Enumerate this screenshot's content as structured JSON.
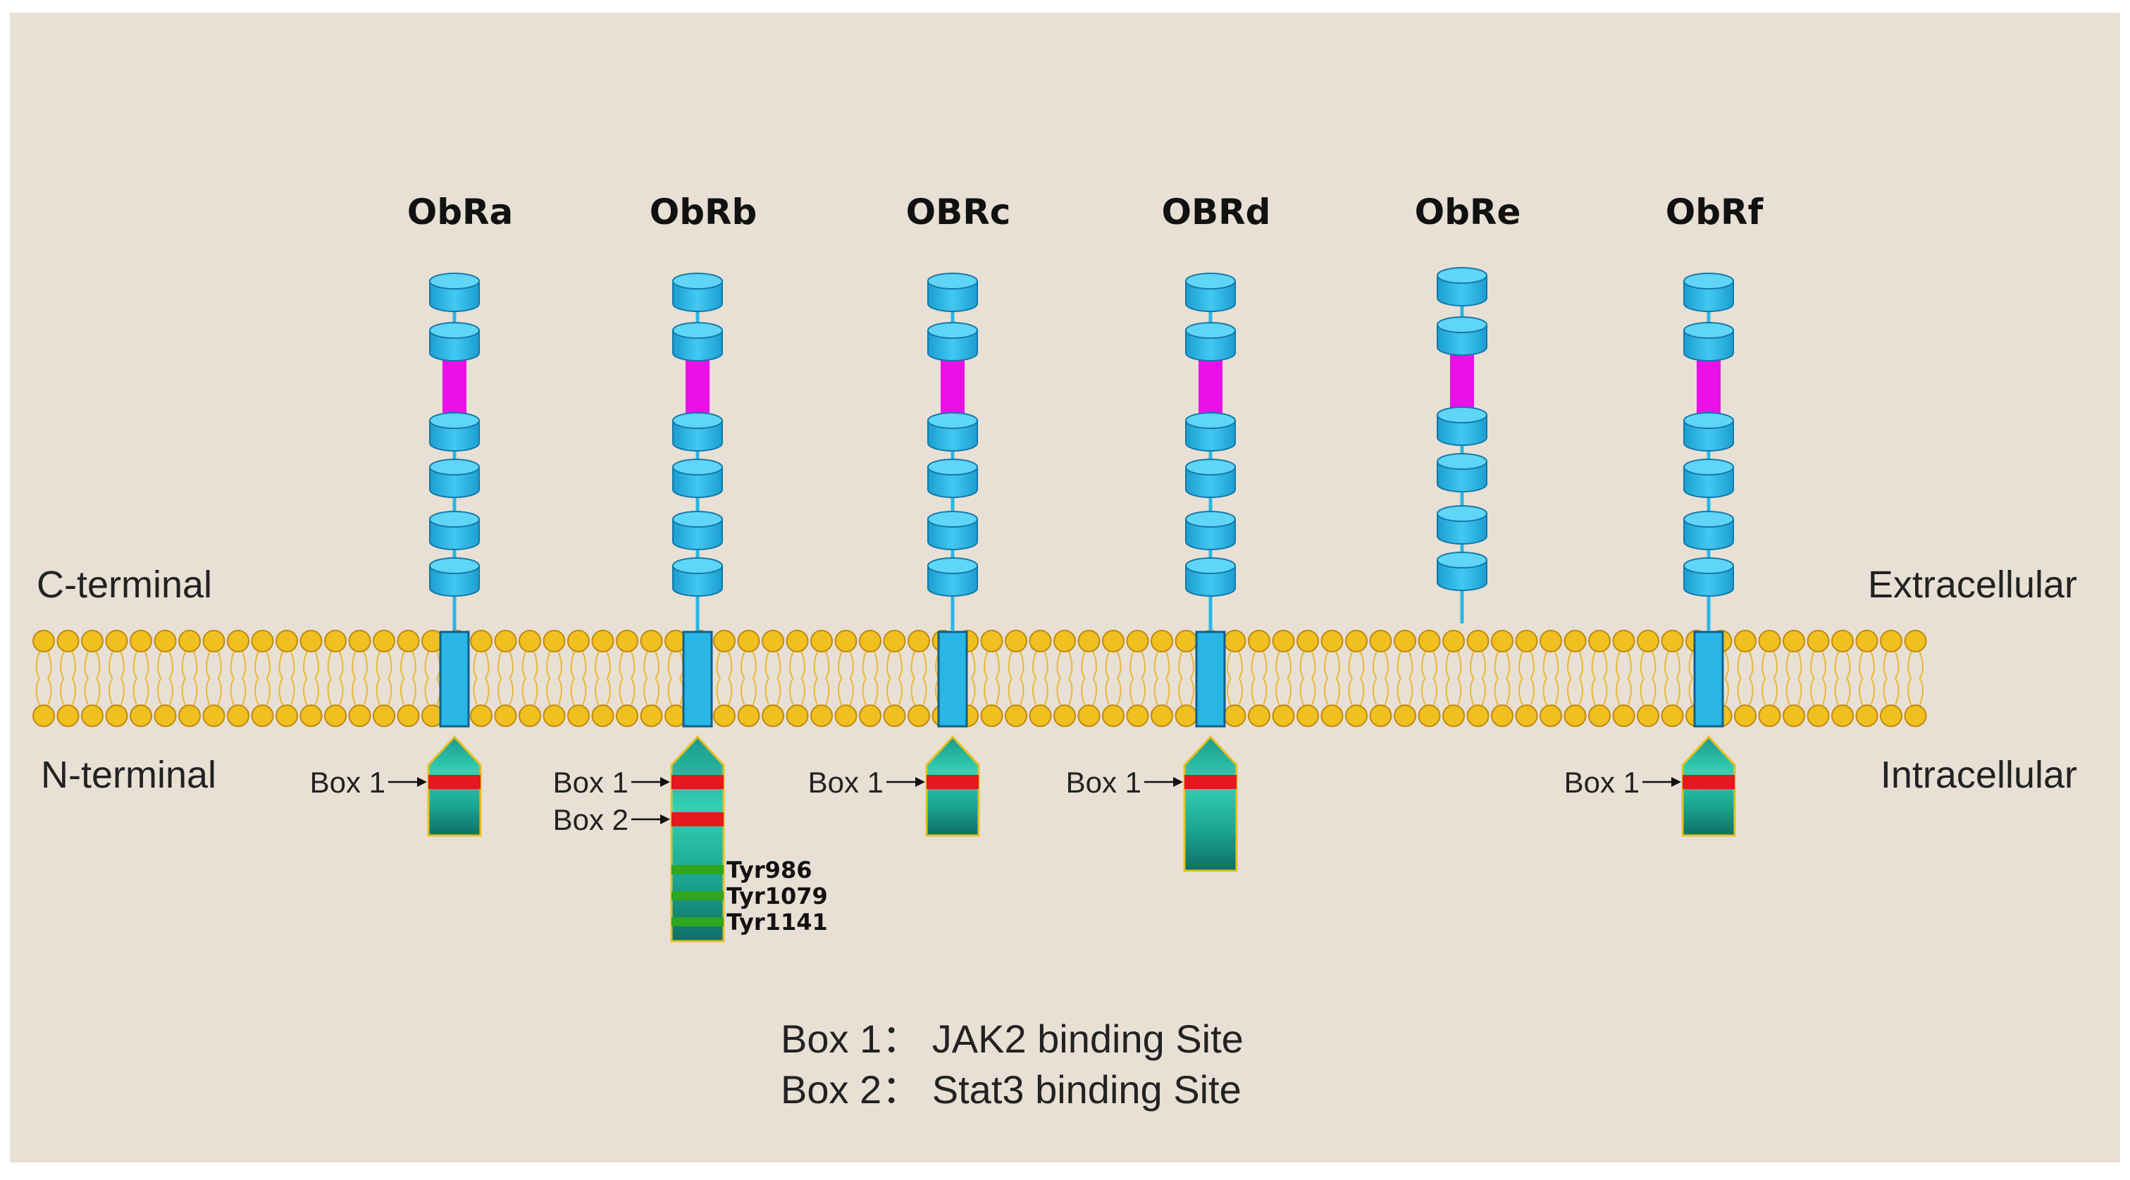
{
  "isoforms": [
    {
      "id": "ObRa",
      "label": "ObRa",
      "box1": "Box 1",
      "box2": "",
      "tyrosines": [],
      "tail": "short"
    },
    {
      "id": "ObRb",
      "label": "ObRb",
      "box1": "Box 1",
      "box2": "Box 2",
      "tyrosines": [
        "Tyr986",
        "Tyr1079",
        "Tyr1141"
      ],
      "tail": "long"
    },
    {
      "id": "OBRc",
      "label": "OBRc",
      "box1": "Box 1",
      "box2": "",
      "tyrosines": [],
      "tail": "short"
    },
    {
      "id": "OBRd",
      "label": "OBRd",
      "box1": "Box 1",
      "box2": "",
      "tyrosines": [],
      "tail": "medium"
    },
    {
      "id": "ObRe",
      "label": "ObRe",
      "box1": "",
      "box2": "",
      "tyrosines": [],
      "tail": "none"
    },
    {
      "id": "ObRf",
      "label": "ObRf",
      "box1": "Box 1",
      "box2": "",
      "tyrosines": [],
      "tail": "short"
    }
  ],
  "labels": {
    "c_terminal": "C-terminal",
    "n_terminal": "N-terminal",
    "extracellular": "Extracellular",
    "intracellular": "Intracellular"
  },
  "legend": {
    "box1": "Box 1： JAK2 binding Site",
    "box2": "Box 2： Stat3 binding Site"
  },
  "colors": {
    "background": "#e8e0d5",
    "domain": "#29b6e6",
    "linker": "#ea10e8",
    "lipid_head": "#f0c020",
    "box_site": "#e4181e",
    "tyrosine_site": "#2fa520",
    "tail_top": "#2aa89a"
  }
}
